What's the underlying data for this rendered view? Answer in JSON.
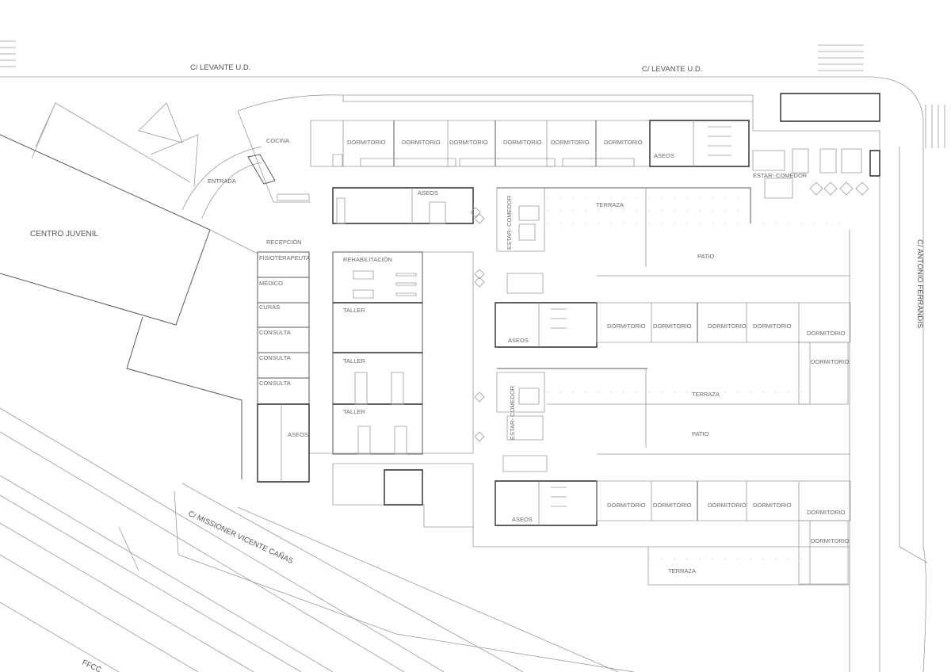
{
  "streets": {
    "levante_left": "C/ LEVANTE U.D.",
    "levante_right": "C/ LEVANTE U.D.",
    "antonio_ferrandis": "C/ ANTONIO FERRANDIS",
    "missioner": "C/ MISSIONER VICENTE CAÑAS",
    "ffcc": "FFCC"
  },
  "neighbors": {
    "centro_juvenil": "CENTRO JUVENIL"
  },
  "rooms": {
    "cocina": "COCINA",
    "entrada": "ENTRADA",
    "recepcion": "RECEPCIÓN",
    "dormitorio": "DORMITORIO",
    "aseos": "ASEOS",
    "estar_comedor": "ESTAR- COMEDOR",
    "terraza": "TERRAZA",
    "patio": "PATIO",
    "fisioterapeuta": "FISIOTERAPEUTA",
    "medico": "MÉDICO",
    "curas": "CURAS",
    "consulta": "CONSULTA",
    "rehabilitacion": "REHABILITACIÓN",
    "taller": "TALLER"
  }
}
